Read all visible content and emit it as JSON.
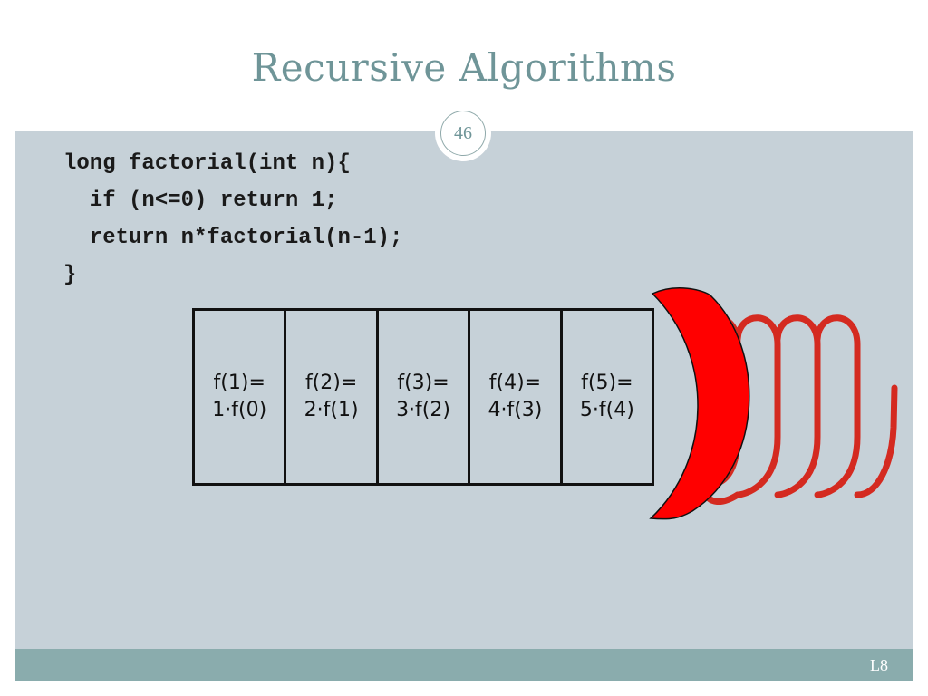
{
  "slide": {
    "title": "Recursive Algorithms",
    "slide_number": "46",
    "footer_label": "L8"
  },
  "code": {
    "lines": [
      "long factorial(int n){",
      "  if (n<=0) return 1;",
      "  return n*factorial(n-1);",
      "}"
    ]
  },
  "stack": {
    "frames": [
      {
        "call": "f(1)=",
        "expr": "1·f(0)"
      },
      {
        "call": "f(2)=",
        "expr": "2·f(1)"
      },
      {
        "call": "f(3)=",
        "expr": "3·f(2)"
      },
      {
        "call": "f(4)=",
        "expr": "4·f(3)"
      },
      {
        "call": "f(5)=",
        "expr": "5·f(4)"
      }
    ]
  },
  "colors": {
    "background": "#c6d1d8",
    "title": "#6f9598",
    "footer": "#8aacad",
    "plunger": "#ff0000",
    "spring": "#d42a20"
  },
  "icons": {
    "plunger": "red-plunger-shape",
    "spring": "coil-spring-shape"
  }
}
